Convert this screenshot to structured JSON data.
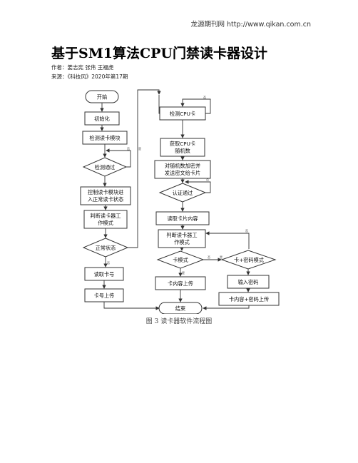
{
  "header": {
    "site": "龙源期刊网 http://www.qikan.com.cn"
  },
  "article": {
    "title": "基于SM1算法CPU门禁读卡器设计",
    "authors": "作者：姜志宪    张伟    王福虎",
    "source": "来源：《科技风》2020年第17期"
  },
  "figure": {
    "caption": "图 3  读卡器软件流程图",
    "nodes": {
      "start": "开始",
      "init": "初始化",
      "detect_module": "检测读卡模块",
      "detect_pass": "检测通过",
      "control_1": "控制读卡模块进",
      "control_2": "入正常读卡状态",
      "judge_1": "判断读卡器工",
      "judge_2": "作模式",
      "normal_state": "正常状态",
      "read_no": "读取卡号",
      "upload_no": "卡号上传",
      "detect_cpu": "检测CPU卡",
      "get_rand_1": "获取CPU卡",
      "get_rand_2": "随机数",
      "encrypt_1": "对随机数加密并",
      "encrypt_2": "发送密文给卡片",
      "auth_pass": "认证通过",
      "read_content": "读取卡片内容",
      "judge2_1": "判断读卡器工",
      "judge2_2": "作模式",
      "card_mode": "卡模式",
      "card_pw_mode": "卡+密码模式",
      "upload_content": "卡内容上传",
      "input_pw": "输入密码",
      "upload_content_pw": "卡内容+密码上传",
      "end": "结束"
    },
    "edge_labels": {
      "no": "否",
      "yes": "是"
    }
  }
}
